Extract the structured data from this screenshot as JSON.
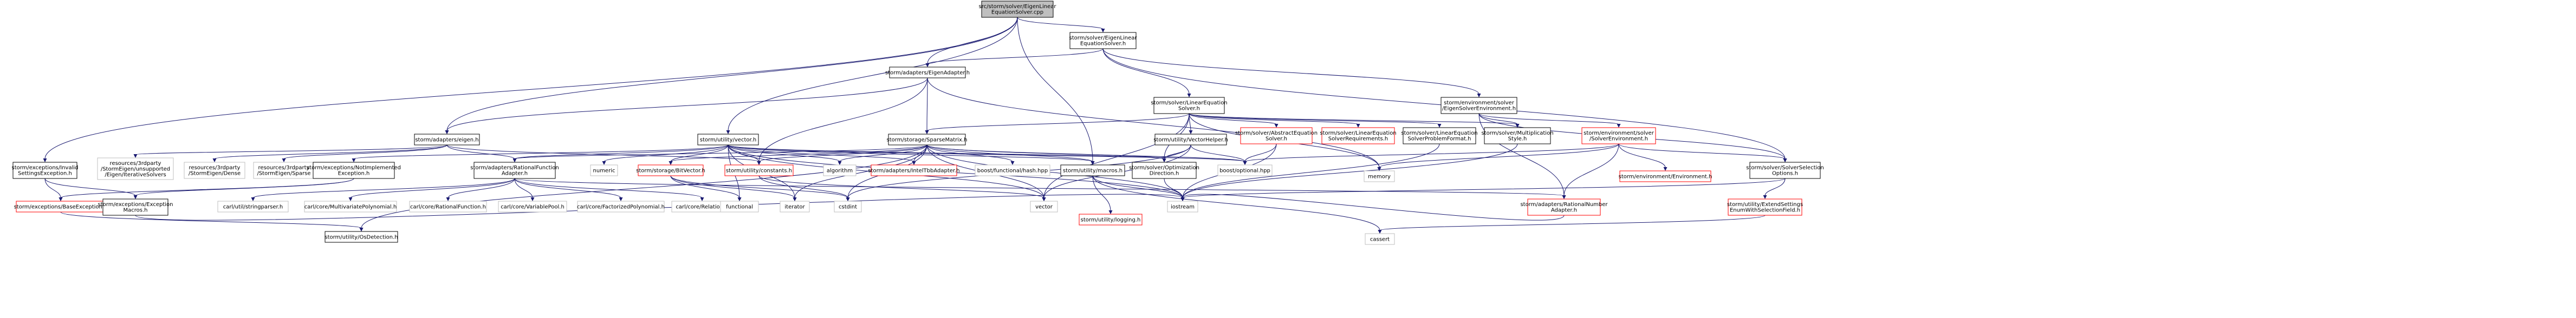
{
  "colors": {
    "edge": "#191970",
    "node_border": "#000000",
    "node_fill": "#ffffff",
    "root_fill": "#bfbfbf",
    "external_border": "#bfbfbf",
    "missing_border": "#ff0000"
  },
  "nodes": [
    {
      "id": "root",
      "lines": [
        "src/storm/solver/EigenLinear",
        "EquationSolver.cpp"
      ],
      "style": "root"
    },
    {
      "id": "eigenlinsolver",
      "lines": [
        "storm/solver/EigenLinear",
        "EquationSolver.h"
      ],
      "style": "normal"
    },
    {
      "id": "eigenadapter",
      "lines": [
        "storm/adapters/EigenAdapter.h"
      ],
      "style": "normal"
    },
    {
      "id": "linsolver",
      "lines": [
        "storm/solver/LinearEquation",
        "Solver.h"
      ],
      "style": "normal"
    },
    {
      "id": "eigenenv",
      "lines": [
        "storm/environment/solver",
        "/EigenSolverEnvironment.h"
      ],
      "style": "normal"
    },
    {
      "id": "eigenh",
      "lines": [
        "storm/adapters/eigen.h"
      ],
      "style": "normal"
    },
    {
      "id": "vectorh",
      "lines": [
        "storm/utility/vector.h"
      ],
      "style": "normal"
    },
    {
      "id": "sparsematrix",
      "lines": [
        "storm/storage/SparseMatrix.h"
      ],
      "style": "normal"
    },
    {
      "id": "vectorhelper",
      "lines": [
        "storm/utility/VectorHelper.h"
      ],
      "style": "normal"
    },
    {
      "id": "abstractsolver",
      "lines": [
        "storm/solver/AbstractEquation",
        "Solver.h"
      ],
      "style": "missing"
    },
    {
      "id": "linsolvreq",
      "lines": [
        "storm/solver/LinearEquation",
        "SolverRequirements.h"
      ],
      "style": "missing"
    },
    {
      "id": "linsolvprob",
      "lines": [
        "storm/solver/LinearEquation",
        "SolverProblemFormat.h"
      ],
      "style": "normal"
    },
    {
      "id": "multstyle",
      "lines": [
        "storm/solver/Multiplication",
        "Style.h"
      ],
      "style": "normal"
    },
    {
      "id": "solverenv",
      "lines": [
        "storm/environment/solver",
        "/SolverEnvironment.h"
      ],
      "style": "missing"
    },
    {
      "id": "invalidsettings",
      "lines": [
        "storm/exceptions/Invalid",
        "SettingsException.h"
      ],
      "style": "normal"
    },
    {
      "id": "unsupported",
      "lines": [
        "resources/3rdparty",
        "/StormEigen/unsupported",
        "/Eigen/IterativeSolvers"
      ],
      "style": "external"
    },
    {
      "id": "dense",
      "lines": [
        "resources/3rdparty",
        "/StormEigen/Dense"
      ],
      "style": "external"
    },
    {
      "id": "sparse",
      "lines": [
        "resources/3rdparty",
        "/StormEigen/Sparse"
      ],
      "style": "external"
    },
    {
      "id": "notimpl",
      "lines": [
        "storm/exceptions/NotImplemented",
        "Exception.h"
      ],
      "style": "normal"
    },
    {
      "id": "ratfunc",
      "lines": [
        "storm/adapters/RationalFunction",
        "Adapter.h"
      ],
      "style": "normal"
    },
    {
      "id": "numeric",
      "lines": [
        "numeric"
      ],
      "style": "external"
    },
    {
      "id": "bitvector",
      "lines": [
        "storm/storage/BitVector.h"
      ],
      "style": "missing"
    },
    {
      "id": "constants",
      "lines": [
        "storm/utility/constants.h"
      ],
      "style": "missing"
    },
    {
      "id": "algorithm",
      "lines": [
        "algorithm"
      ],
      "style": "external"
    },
    {
      "id": "inteltbb",
      "lines": [
        "storm/adapters/IntelTbbAdapter.h"
      ],
      "style": "missing"
    },
    {
      "id": "boosthash",
      "lines": [
        "boost/functional/hash.hpp"
      ],
      "style": "external"
    },
    {
      "id": "macros",
      "lines": [
        "storm/utility/macros.h"
      ],
      "style": "normal"
    },
    {
      "id": "optdir",
      "lines": [
        "storm/solver/Optimization",
        "Direction.h"
      ],
      "style": "normal"
    },
    {
      "id": "boostopt",
      "lines": [
        "boost/optional.hpp"
      ],
      "style": "external"
    },
    {
      "id": "memory",
      "lines": [
        "memory"
      ],
      "style": "external"
    },
    {
      "id": "envenv",
      "lines": [
        "storm/environment/Environment.h"
      ],
      "style": "missing"
    },
    {
      "id": "solversel",
      "lines": [
        "storm/solver/SolverSelection",
        "Options.h"
      ],
      "style": "normal"
    },
    {
      "id": "baseexc",
      "lines": [
        "storm/exceptions/BaseException.h"
      ],
      "style": "missing"
    },
    {
      "id": "excmacros",
      "lines": [
        "storm/exceptions/Exception",
        "Macros.h"
      ],
      "style": "normal"
    },
    {
      "id": "cstringparser",
      "lines": [
        "carl/util/stringparser.h"
      ],
      "style": "external"
    },
    {
      "id": "multivar",
      "lines": [
        "carl/core/MultivariatePolynomial.h"
      ],
      "style": "external"
    },
    {
      "id": "ratfunch",
      "lines": [
        "carl/core/RationalFunction.h"
      ],
      "style": "external"
    },
    {
      "id": "variablepool",
      "lines": [
        "carl/core/VariablePool.h"
      ],
      "style": "external"
    },
    {
      "id": "factorized",
      "lines": [
        "carl/core/FactorizedPolynomial.h"
      ],
      "style": "external"
    },
    {
      "id": "relation",
      "lines": [
        "carl/core/Relation.h"
      ],
      "style": "external"
    },
    {
      "id": "functional",
      "lines": [
        "functional"
      ],
      "style": "external"
    },
    {
      "id": "iterator",
      "lines": [
        "iterator"
      ],
      "style": "external"
    },
    {
      "id": "cstdint",
      "lines": [
        "cstdint"
      ],
      "style": "external"
    },
    {
      "id": "vector",
      "lines": [
        "vector"
      ],
      "style": "external"
    },
    {
      "id": "logging",
      "lines": [
        "storm/utility/logging.h"
      ],
      "style": "missing"
    },
    {
      "id": "iostream",
      "lines": [
        "iostream"
      ],
      "style": "external"
    },
    {
      "id": "ratnum",
      "lines": [
        "storm/adapters/RationalNumber",
        "Adapter.h"
      ],
      "style": "missing"
    },
    {
      "id": "extendenum",
      "lines": [
        "storm/utility/ExtendSettings",
        "EnumWithSelectionField.h"
      ],
      "style": "missing"
    },
    {
      "id": "cassert",
      "lines": [
        "cassert"
      ],
      "style": "external"
    },
    {
      "id": "osdetect",
      "lines": [
        "storm/utility/OsDetection.h"
      ],
      "style": "normal"
    }
  ]
}
